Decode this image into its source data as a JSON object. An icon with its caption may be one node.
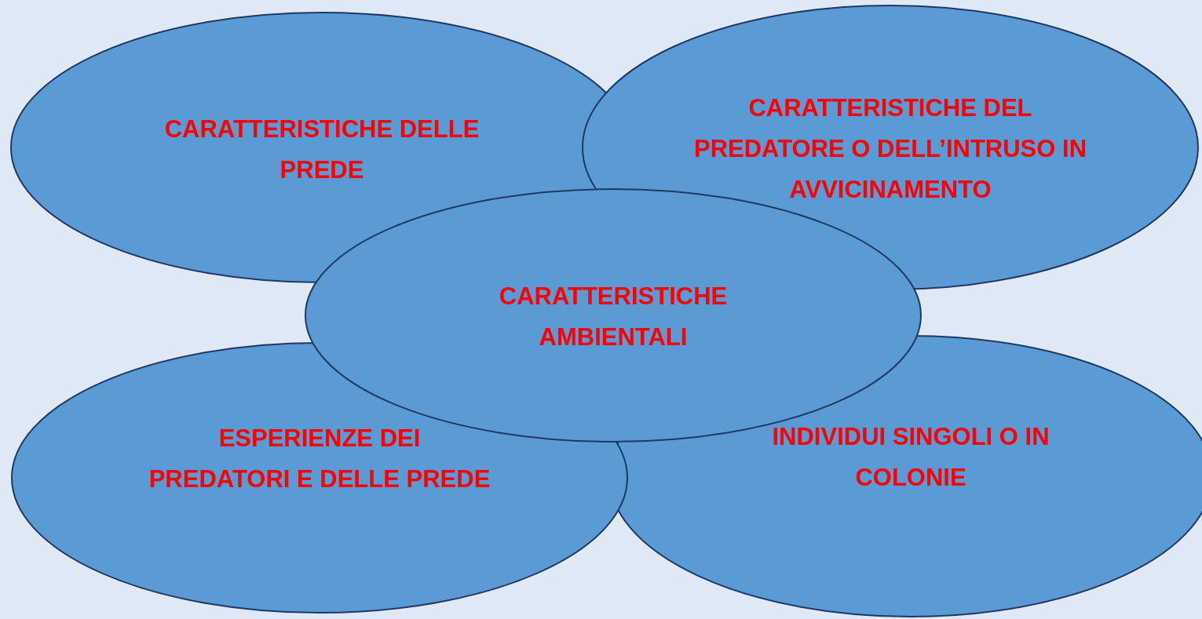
{
  "diagram": {
    "nodes": [
      {
        "text": [
          "CARATTERISTICHE DELLE PREDE"
        ]
      },
      {
        "text": [
          "CARATTERISTICHE DEL PREDATORE O DELL’INTRUSO IN AVVICINAMENTO"
        ]
      },
      {
        "text": [
          "CARATTERISTICHE AMBIENTALI"
        ]
      },
      {
        "text": [
          "ESPERIENZE DEI PREDATORI E DELLE PREDE"
        ]
      },
      {
        "text": [
          "INDIVIDUI SINGOLI O IN COLONIE"
        ]
      }
    ]
  }
}
